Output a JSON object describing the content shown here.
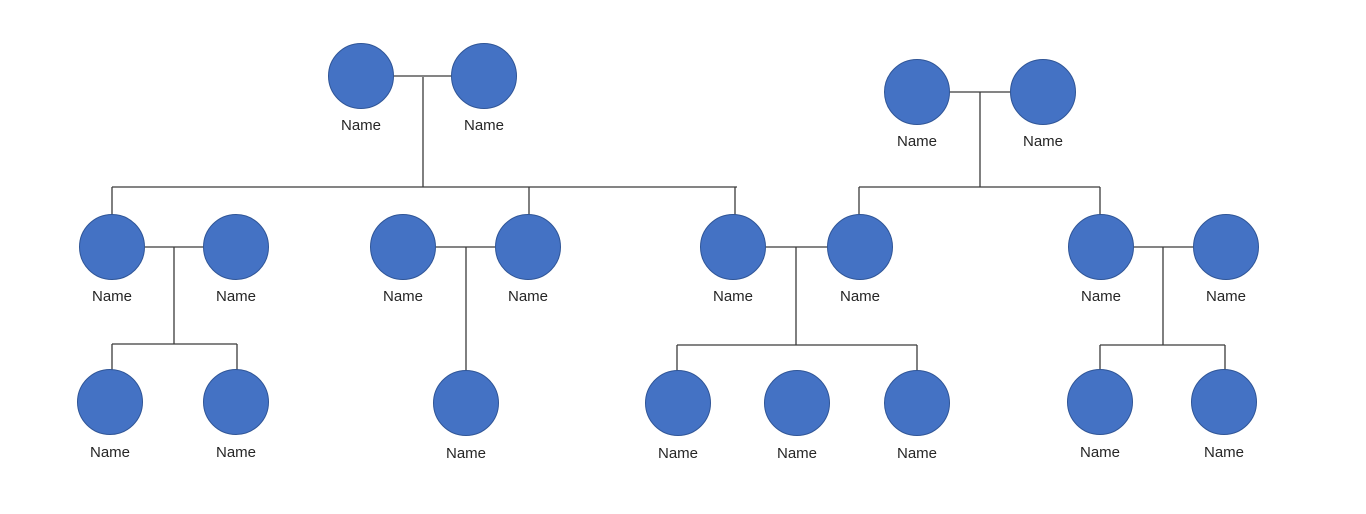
{
  "diagram": {
    "type": "family-tree",
    "background_color": "#ffffff",
    "node_fill_color": "#4472C4",
    "node_border_color": "#2F5597",
    "connector_color": "#3b3b3b",
    "label_text_color": "#262626",
    "generations": 3,
    "node_count": 20
  },
  "nodes": [
    {
      "id": "gen1-left-couple-partner-1",
      "label": "Name"
    },
    {
      "id": "gen1-left-couple-partner-2",
      "label": "Name"
    },
    {
      "id": "gen1-right-couple-partner-1",
      "label": "Name"
    },
    {
      "id": "gen1-right-couple-partner-2",
      "label": "Name"
    },
    {
      "id": "gen2-couple-a-partner-1",
      "label": "Name"
    },
    {
      "id": "gen2-couple-a-partner-2",
      "label": "Name"
    },
    {
      "id": "gen2-couple-b-partner-1",
      "label": "Name"
    },
    {
      "id": "gen2-couple-b-partner-2",
      "label": "Name"
    },
    {
      "id": "gen2-couple-c-partner-1",
      "label": "Name"
    },
    {
      "id": "gen2-couple-c-partner-2",
      "label": "Name"
    },
    {
      "id": "gen2-couple-d-partner-1",
      "label": "Name"
    },
    {
      "id": "gen2-couple-d-partner-2",
      "label": "Name"
    },
    {
      "id": "gen3-couple-a-child-1",
      "label": "Name"
    },
    {
      "id": "gen3-couple-a-child-2",
      "label": "Name"
    },
    {
      "id": "gen3-couple-b-child-1",
      "label": "Name"
    },
    {
      "id": "gen3-couple-c-child-1",
      "label": "Name"
    },
    {
      "id": "gen3-couple-c-child-2",
      "label": "Name"
    },
    {
      "id": "gen3-couple-c-child-3",
      "label": "Name"
    },
    {
      "id": "gen3-couple-d-child-1",
      "label": "Name"
    },
    {
      "id": "gen3-couple-d-child-2",
      "label": "Name"
    }
  ]
}
